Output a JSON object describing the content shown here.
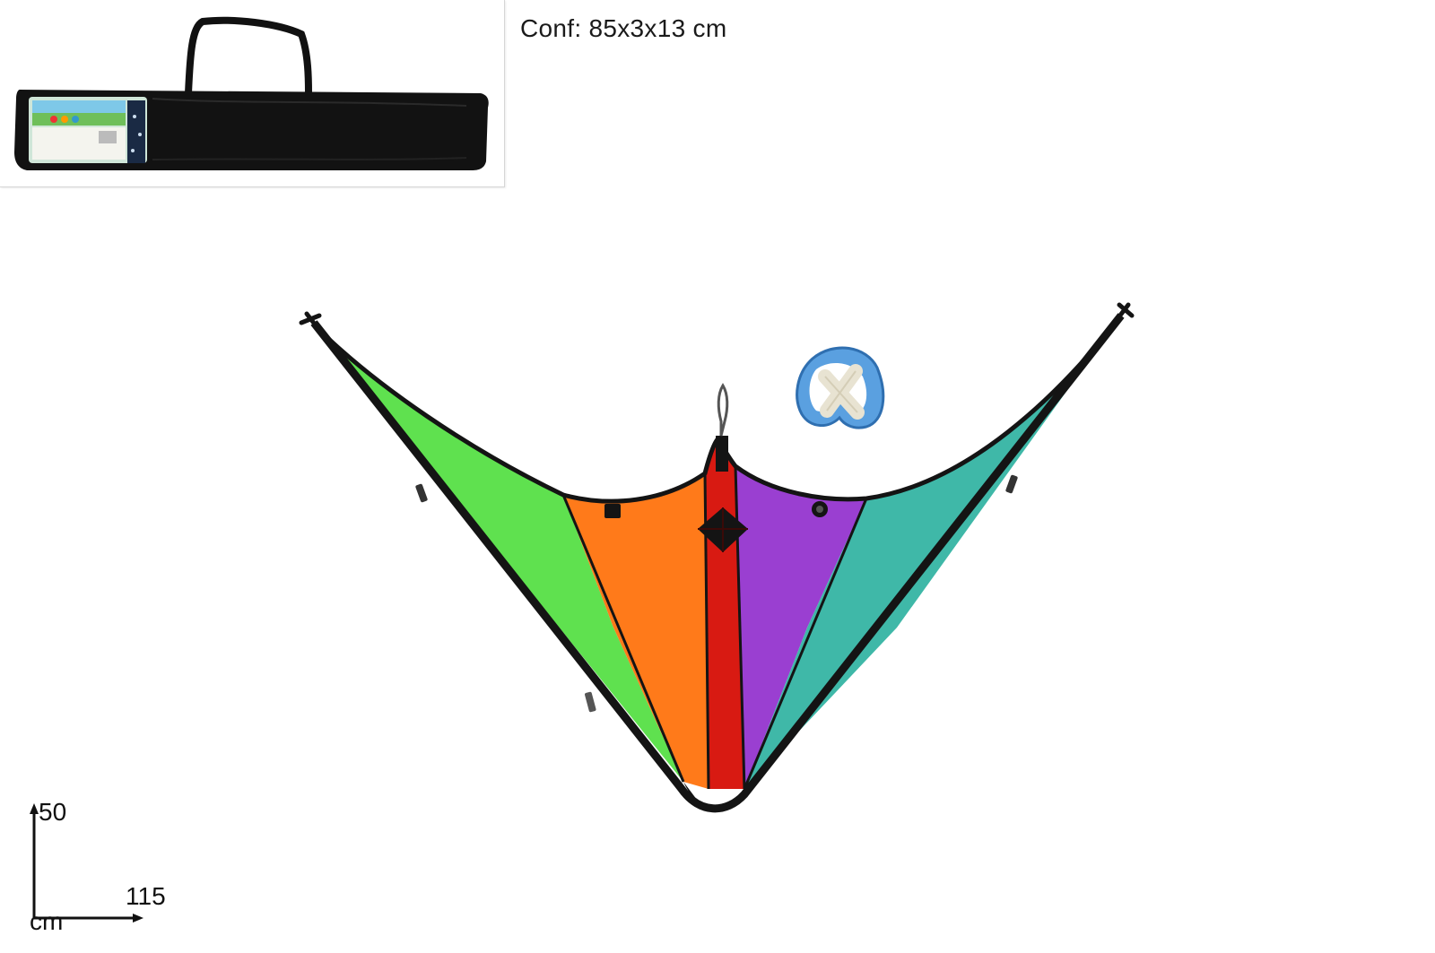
{
  "package": {
    "dimensions_text": "Conf: 85x3x13 cm"
  },
  "product_dimensions": {
    "height_label": "50",
    "width_label": "115",
    "unit_label": "cm"
  },
  "colors": {
    "background": "#ffffff",
    "bag": "#111111",
    "kite_green": "#5fe14f",
    "kite_orange": "#ff7a1a",
    "kite_red": "#d81a12",
    "kite_purple": "#9a3fd1",
    "kite_teal": "#3fb8a8",
    "kite_frame": "#141414",
    "reel": "#5aa0e0"
  }
}
